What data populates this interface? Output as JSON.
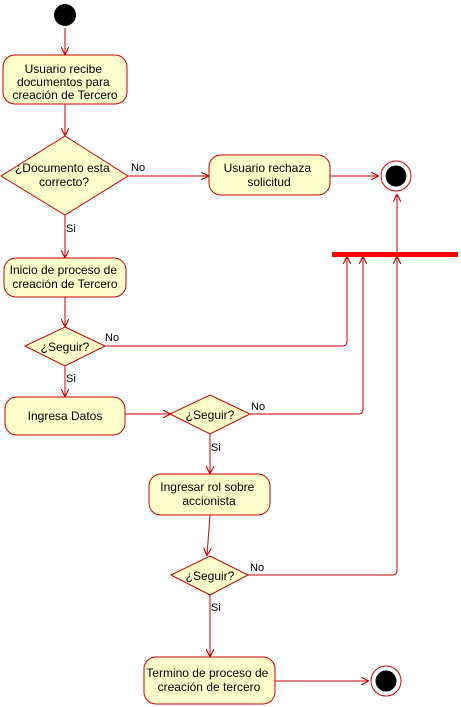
{
  "diagram": {
    "colors": {
      "stroke": "#cc0000",
      "fill": "#ffffcc",
      "bar": "#ff0000",
      "node": "#000000"
    },
    "activities": {
      "receive_docs": [
        "Usuario recibe",
        "documentos para",
        "creación de Tercero"
      ],
      "reject": [
        "Usuario rechaza",
        "solicitud"
      ],
      "start_process": [
        "Inicio de proceso de",
        "creación de Tercero"
      ],
      "enter_data": [
        "Ingresa Datos"
      ],
      "enter_role": [
        "Ingresar rol sobre",
        "accionista"
      ],
      "end_process": [
        "Termino de proceso de",
        "creación de tercero"
      ]
    },
    "decisions": {
      "doc_correct": [
        "¿Documento esta",
        "correcto?"
      ],
      "continue_1": [
        "¿Seguir?"
      ],
      "continue_2": [
        "¿Seguir?"
      ],
      "continue_3": [
        "¿Seguir?"
      ]
    },
    "edge_labels": {
      "no": "No",
      "yes": "Si"
    }
  }
}
